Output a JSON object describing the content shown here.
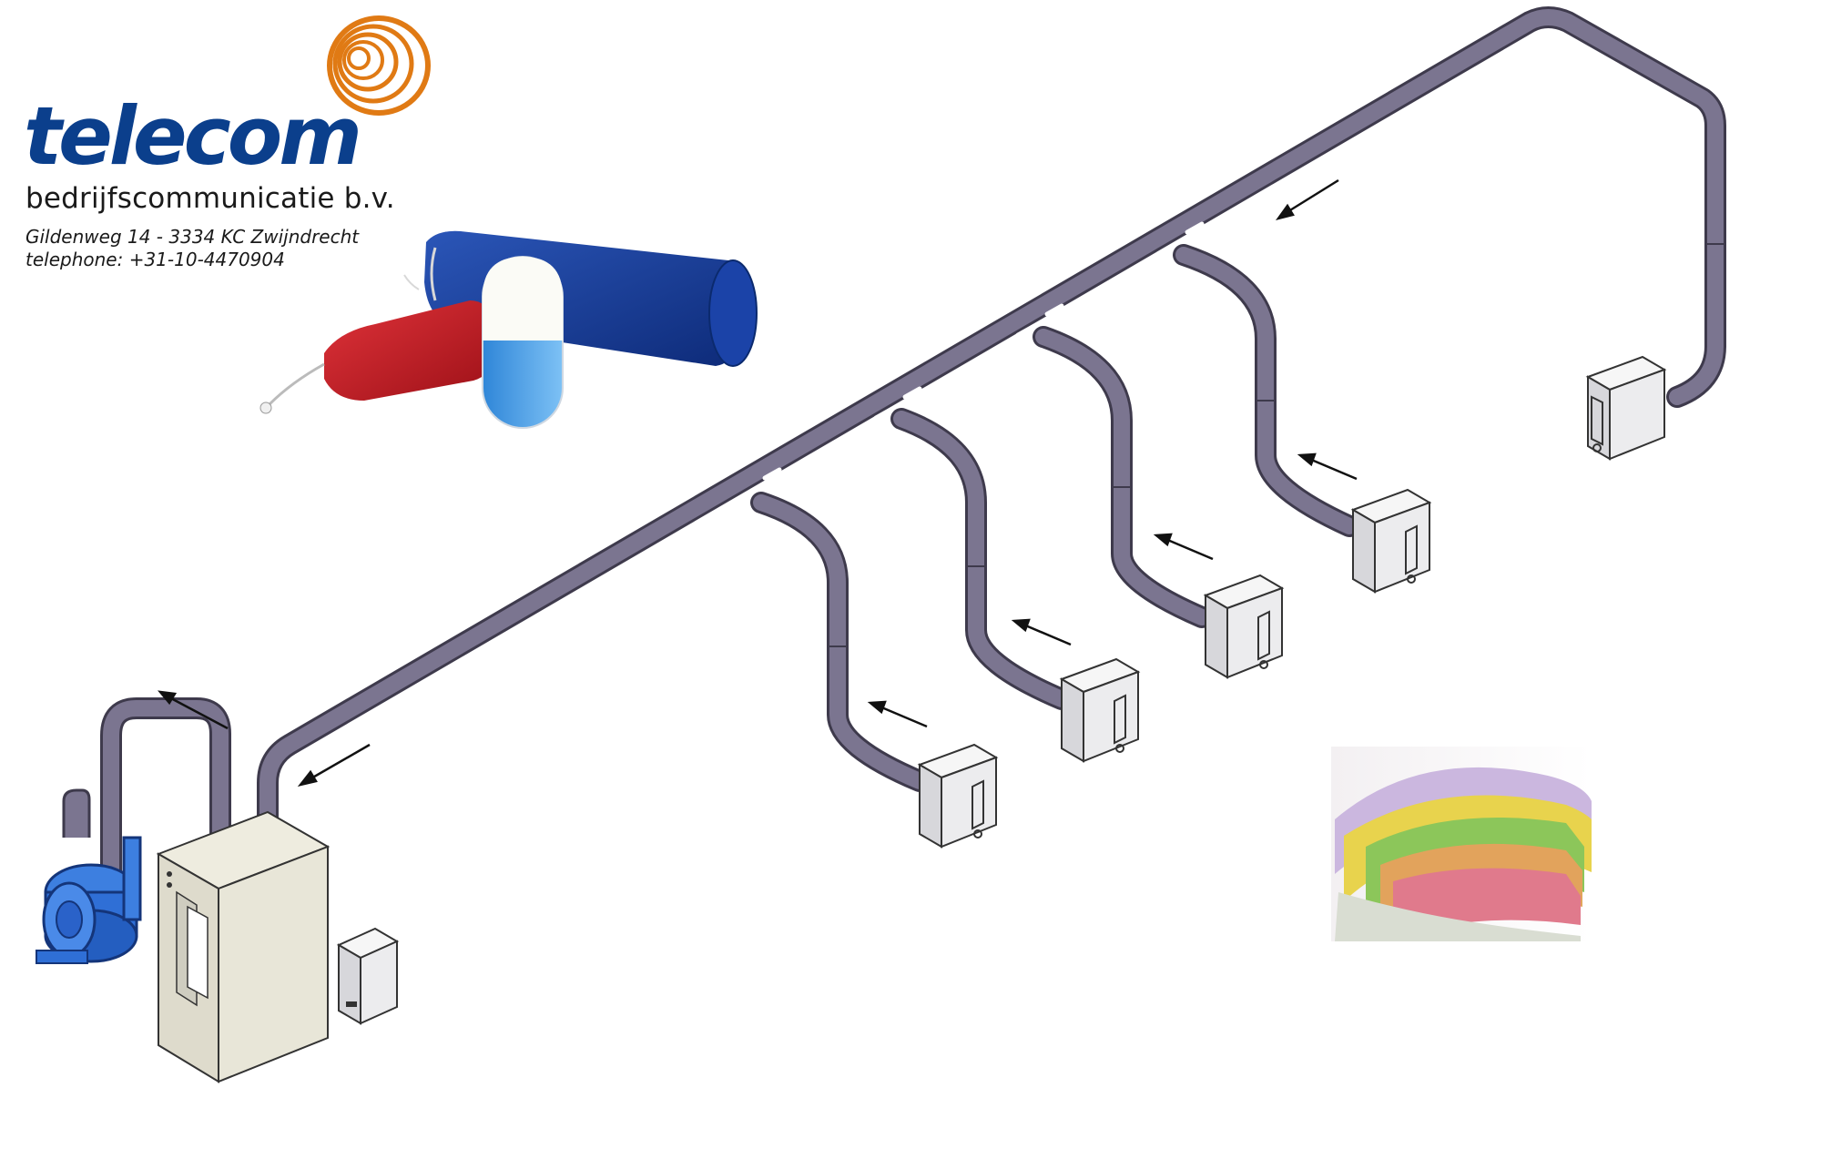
{
  "logo": {
    "brand": "telecom",
    "tagline": "bedrijfscommunicatie b.v.",
    "address": "Gildenweg 14 - 3334 KC  Zwijndrecht",
    "phone": "telephone: +31-10-4470904"
  },
  "colors": {
    "brand_blue": "#0b3f8c",
    "swirl_orange": "#e07a14",
    "tube": "#7b7590",
    "tube_outline": "#3e3a4c",
    "station_face": "#ececee",
    "cabinet": "#dedbcc",
    "blower": "#2f6fd6"
  },
  "icons": [
    "orange-swirl-icon",
    "pneumatic-tube-carriers-image",
    "euro-banknotes-image",
    "blower-icon",
    "control-cabinet-icon"
  ]
}
